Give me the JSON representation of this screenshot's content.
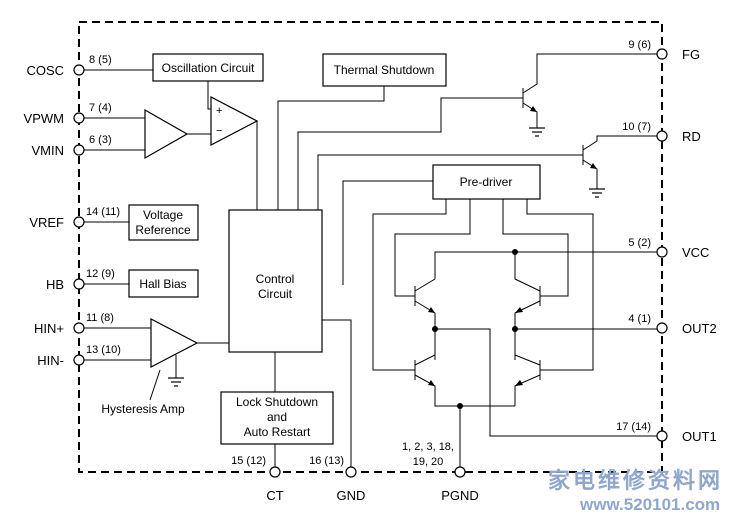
{
  "pins_left": [
    {
      "id": "cosc",
      "name": "COSC",
      "num": "8 (5)"
    },
    {
      "id": "vpwm",
      "name": "VPWM",
      "num": "7 (4)"
    },
    {
      "id": "vmin",
      "name": "VMIN",
      "num": "6 (3)"
    },
    {
      "id": "vref",
      "name": "VREF",
      "num": "14 (11)"
    },
    {
      "id": "hb",
      "name": "HB",
      "num": "12 (9)"
    },
    {
      "id": "hinp",
      "name": "HIN+",
      "num": "11 (8)"
    },
    {
      "id": "hinm",
      "name": "HIN-",
      "num": "13 (10)"
    }
  ],
  "pins_right": [
    {
      "id": "fg",
      "name": "FG",
      "num": "9 (6)"
    },
    {
      "id": "rd",
      "name": "RD",
      "num": "10 (7)"
    },
    {
      "id": "vcc",
      "name": "VCC",
      "num": "5 (2)"
    },
    {
      "id": "out2",
      "name": "OUT2",
      "num": "4 (1)"
    },
    {
      "id": "out1",
      "name": "OUT1",
      "num": "17 (14)"
    }
  ],
  "pins_bottom": [
    {
      "id": "ct",
      "name": "CT",
      "num": "15 (12)"
    },
    {
      "id": "gnd",
      "name": "GND",
      "num": "16 (13)"
    },
    {
      "id": "pgnd",
      "name": "PGND",
      "num_line1": "1, 2, 3, 18,",
      "num_line2": "19, 20"
    }
  ],
  "blocks": {
    "oscillation": "Oscillation Circuit",
    "thermal": "Thermal Shutdown",
    "predriver": "Pre-driver",
    "voltage_ref_1": "Voltage",
    "voltage_ref_2": "Reference",
    "hall_bias": "Hall Bias",
    "control_1": "Control",
    "control_2": "Circuit",
    "lock_1": "Lock Shutdown",
    "lock_2": "and",
    "lock_3": "Auto Restart"
  },
  "labels": {
    "comparator_plus": "+",
    "comparator_minus": "−",
    "hysteresis_amp": "Hysteresis Amp"
  },
  "watermark": {
    "line1": "家电维修资料网",
    "line2": "www.520101.com"
  }
}
